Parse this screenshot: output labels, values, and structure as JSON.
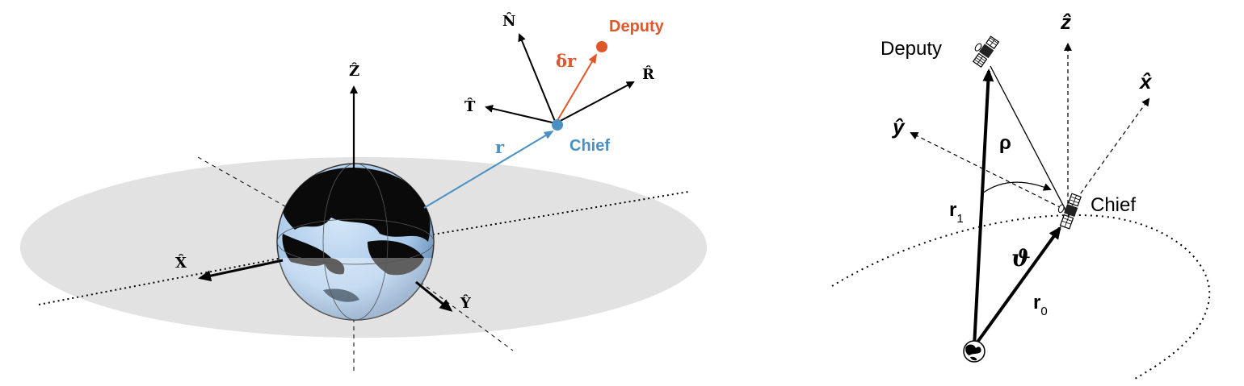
{
  "colors": {
    "black": "#000000",
    "chief_blue": "#4a90c2",
    "deputy_orange": "#e0572a",
    "plane_gray": "#e2e2e2",
    "globe_blue": "#a7c8ea"
  },
  "left_diagram": {
    "axes": {
      "Z": "Ẑ",
      "X": "X̂",
      "Y": "Ŷ"
    },
    "rtn": {
      "N": "N̂",
      "T": "T̂",
      "R": "R̂"
    },
    "position_vector": "r",
    "relative_vector": "δr",
    "chief_label": "Chief",
    "deputy_label": "Deputy",
    "icons": [
      "earth-globe-icon",
      "chief-dot-icon",
      "deputy-dot-icon"
    ]
  },
  "right_diagram": {
    "deputy_label": "Deputy",
    "chief_label": "Chief",
    "axes": {
      "z": "ẑ",
      "x": "x̂",
      "y": "ŷ"
    },
    "rho": "ρ",
    "r1_main": "r",
    "r1_sub": "1",
    "r0_main": "r",
    "r0_sub": "0",
    "theta": "ϑ",
    "icons": [
      "deputy-satellite-icon",
      "chief-satellite-icon",
      "earth-symbol-icon"
    ]
  }
}
